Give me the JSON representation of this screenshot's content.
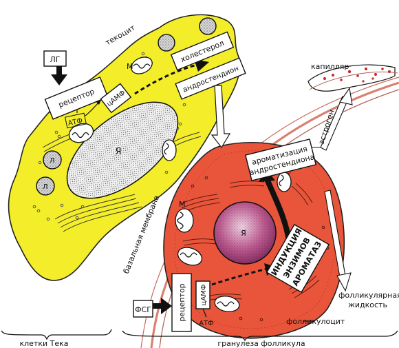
{
  "labels": {
    "lg": "ЛГ",
    "tekocit": "текоцит",
    "m_theca": "М",
    "receptor_theca": "рецептор",
    "camp_theca": "цАМФ",
    "cholesterol": "холестерол",
    "androstenedione": "андростендион",
    "atf_theca": "АТФ",
    "l1": "Л",
    "l2": "Л",
    "nucleus_theca": "Я",
    "capillary": "капилляр",
    "aromatization_line1": "ароматизация",
    "aromatization_line2": "андростендиона",
    "estrogen": "эстроген",
    "basal_membrane": "базальная мембрана",
    "m_granulosa": "М",
    "nucleus_granulosa": "Я",
    "induction_line1": "ИНДУКЦИЯ",
    "induction_line2": "ЭНЗИМОВ",
    "induction_line3": "АРОМАТАЗ",
    "fsg": "ФСГ",
    "receptor_granulosa": "рецептор",
    "camp_granulosa": "цАМФ",
    "atf_granulosa": "АТФ",
    "follicular_fluid_line1": "фолликулярная",
    "follicular_fluid_line2": "жидкость",
    "follicylocyte": "фолликулоцит",
    "theca_cells": "клетки Тека",
    "granulosa": "гранулеза фолликула"
  },
  "colors": {
    "theca_cell": "#f4ee2a",
    "granulosa_cell": "#e8553a",
    "basal_membrane": "#d98070",
    "nucleus_granulosa": "#b0407e",
    "nucleus_theca": "#f2f2f2",
    "capillary_dots": "#cc2222"
  }
}
